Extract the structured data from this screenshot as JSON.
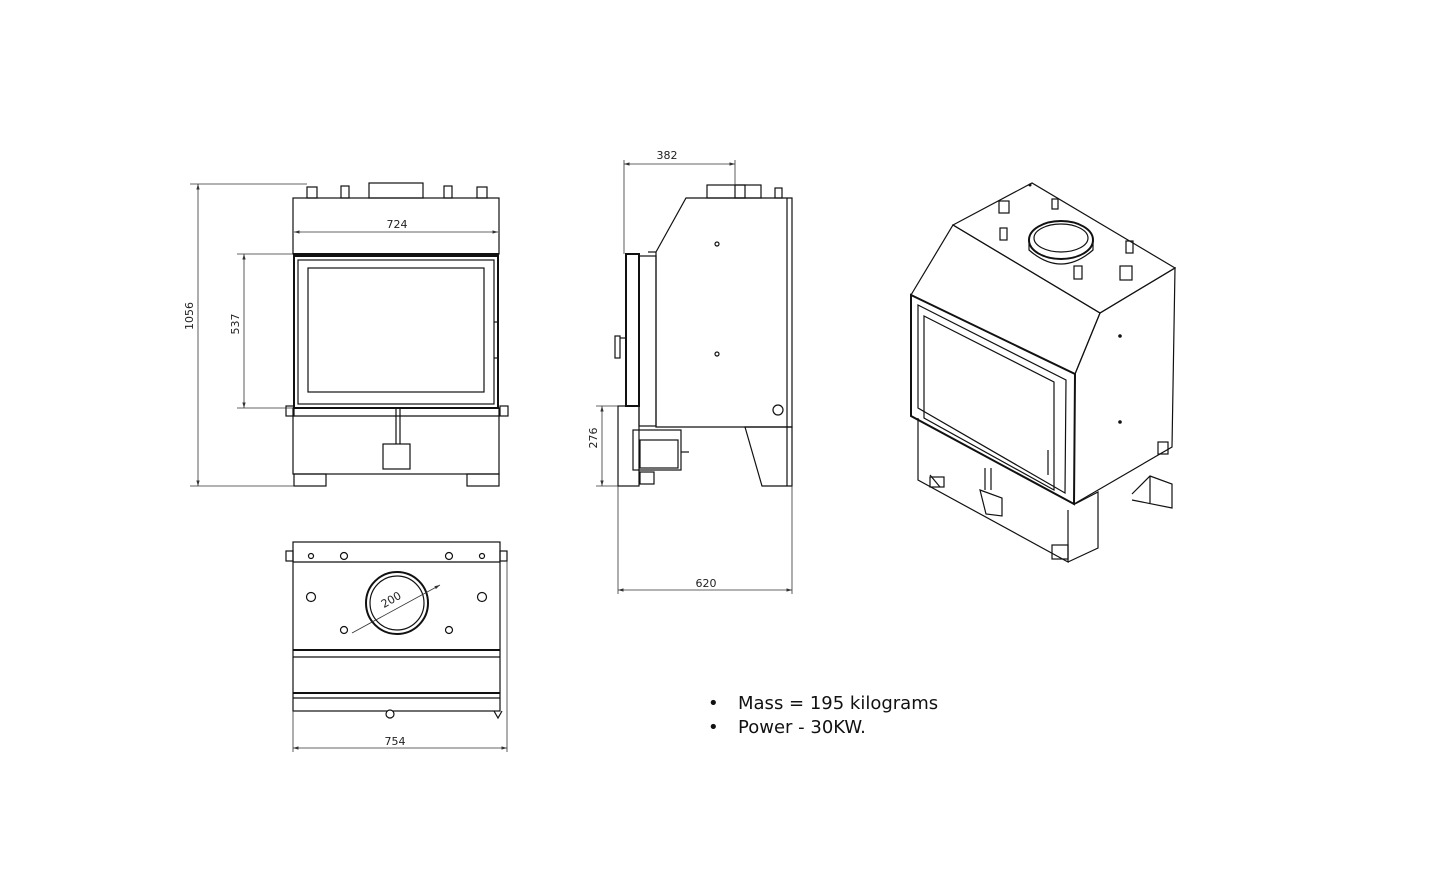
{
  "dimensions": {
    "total_height": "1056",
    "door_height": "537",
    "front_width": "724",
    "depth_top": "382",
    "base_height": "276",
    "depth_total": "620",
    "flue_diameter": "200",
    "base_width": "754"
  },
  "specs": [
    "Mass = 195 kilograms",
    "Power - 30KW."
  ]
}
